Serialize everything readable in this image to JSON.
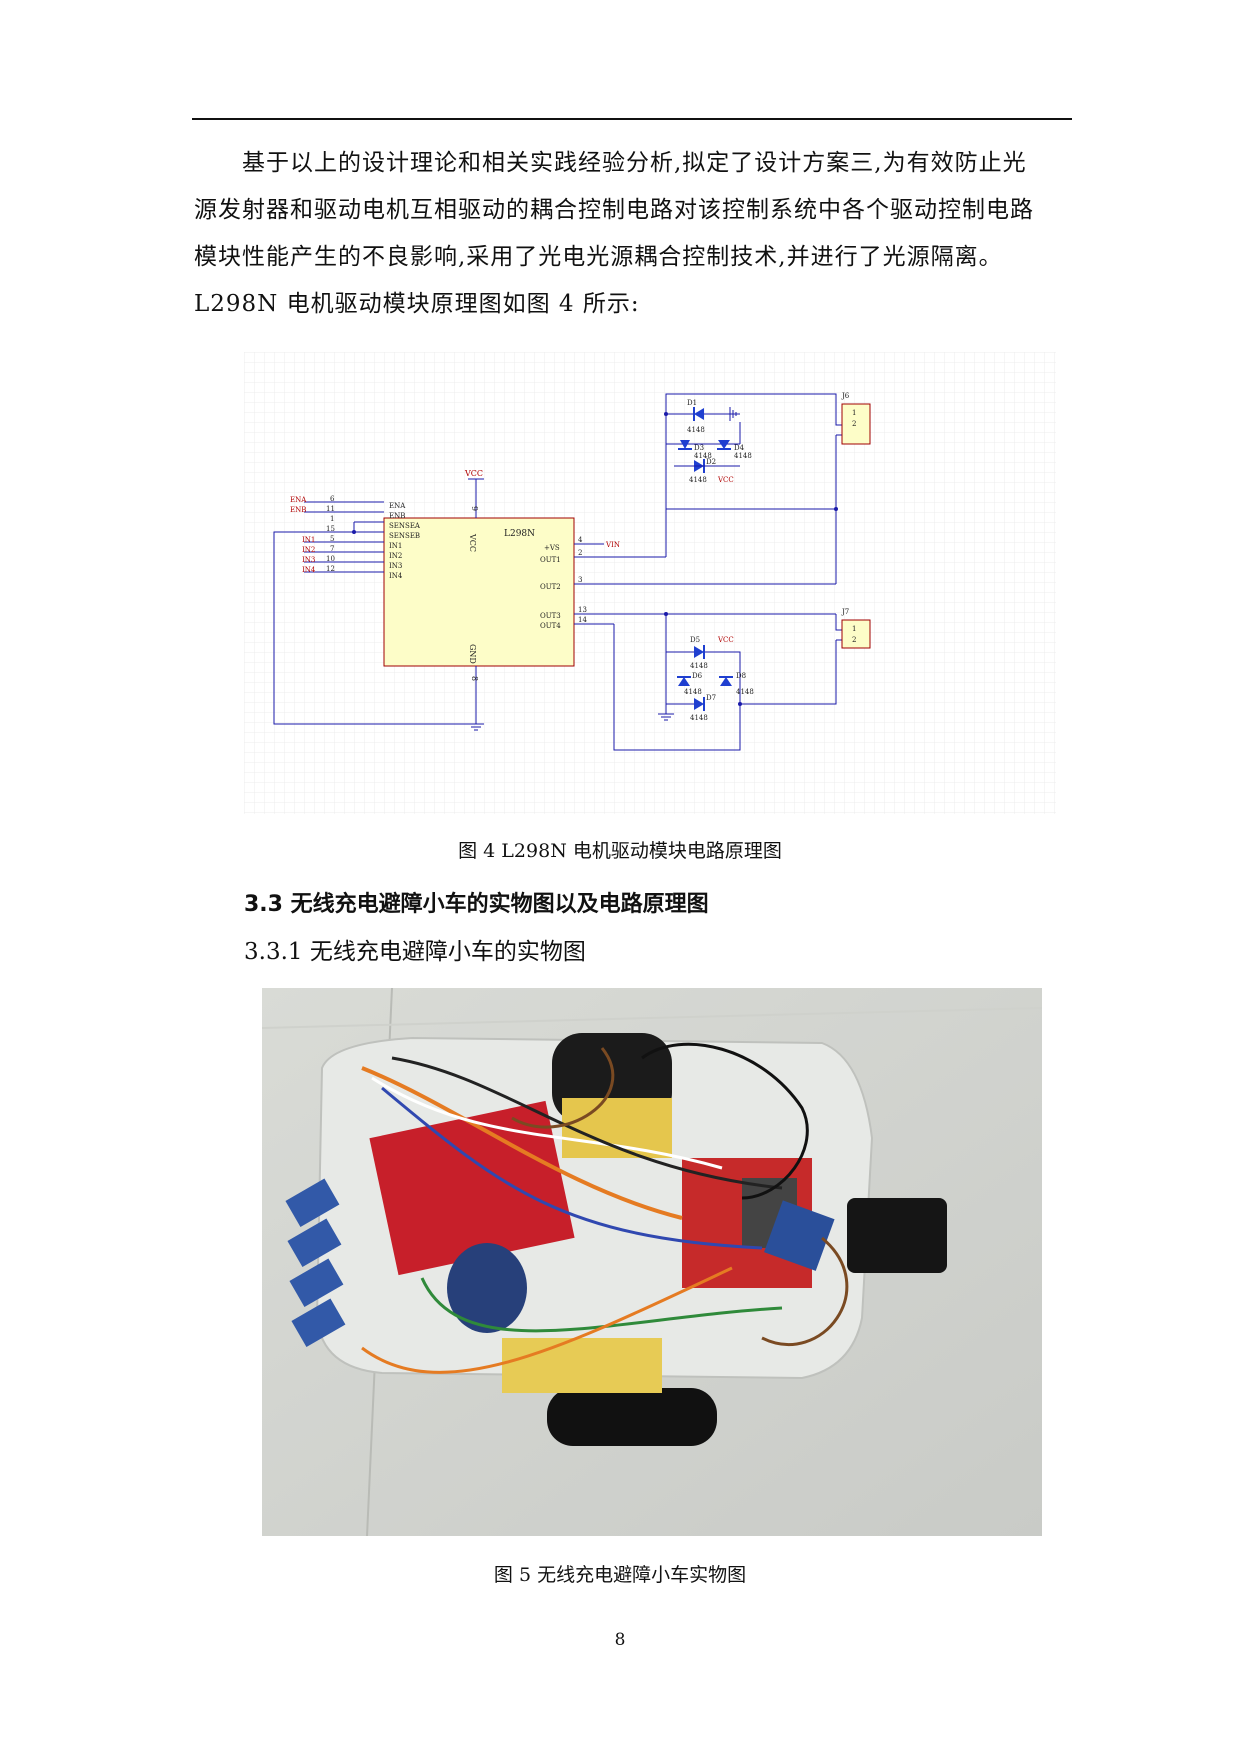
{
  "body_text": {
    "line1": "基于以上的设计理论和相关实践经验分析,拟定了设计方案三,为有效防止光",
    "line2": "源发射器和驱动电机互相驱动的耦合控制电路对该控制系统中各个驱动控制电路",
    "line3": "模块性能产生的不良影响,采用了光电光源耦合控制技术,并进行了光源隔离。",
    "line4": "L298N 电机驱动模块原理图如图 4 所示:"
  },
  "figure4": {
    "caption": "图 4 L298N 电机驱动模块电路原理图",
    "chip_name": "L298N",
    "vcc_label": "VCC",
    "vcc_pin": "9",
    "vcc_name": "VCC",
    "gnd_pin": "8",
    "gnd_name": "GND",
    "vs_label": "VIN",
    "left_pins": [
      {
        "net": "ENA",
        "num": "6",
        "name": "ENA"
      },
      {
        "net": "ENB",
        "num": "11",
        "name": "ENB"
      },
      {
        "net": "",
        "num": "1",
        "name": "SENSEA"
      },
      {
        "net": "",
        "num": "15",
        "name": "SENSEB"
      },
      {
        "net": "IN1",
        "num": "5",
        "name": "IN1"
      },
      {
        "net": "IN2",
        "num": "7",
        "name": "IN2"
      },
      {
        "net": "IN3",
        "num": "10",
        "name": "IN3"
      },
      {
        "net": "IN4",
        "num": "12",
        "name": "IN4"
      }
    ],
    "right_pins": [
      {
        "num": "4",
        "name": "+VS"
      },
      {
        "num": "2",
        "name": "OUT1"
      },
      {
        "num": "3",
        "name": "OUT2"
      },
      {
        "num": "13",
        "name": "OUT3"
      },
      {
        "num": "14",
        "name": "OUT4"
      }
    ],
    "diodes": {
      "d1": {
        "ref": "D1",
        "val": "4148"
      },
      "d2": {
        "ref": "D2",
        "val": "4148"
      },
      "d3": {
        "ref": "D3",
        "val": "4148"
      },
      "d4": {
        "ref": "D4",
        "val": "4148"
      },
      "d5": {
        "ref": "D5",
        "val": "4148"
      },
      "d6": {
        "ref": "D6",
        "val": "4148"
      },
      "d7": {
        "ref": "D7",
        "val": "4148"
      },
      "d8": {
        "ref": "D8",
        "val": "4148"
      }
    },
    "connectors": {
      "j6": {
        "ref": "J6",
        "pin1": "1",
        "pin2": "2"
      },
      "j7": {
        "ref": "J7",
        "pin1": "1",
        "pin2": "2"
      }
    },
    "vcc_top": "VCC",
    "vcc_bottom": "VCC"
  },
  "section_heading": "3.3 无线充电避障小车的实物图以及电路原理图",
  "subsection_heading": "3.3.1 无线充电避障小车的实物图",
  "figure5": {
    "caption": "图 5 无线充电避障小车实物图"
  },
  "page_number": "8",
  "colors": {
    "schematic_grid": "#e8e8e8",
    "chip_fill": "#fdfdc8",
    "chip_border": "#a00000",
    "wire": "#1a1aaa",
    "diode": "#1f3fd0",
    "net_label": "#b00000"
  }
}
